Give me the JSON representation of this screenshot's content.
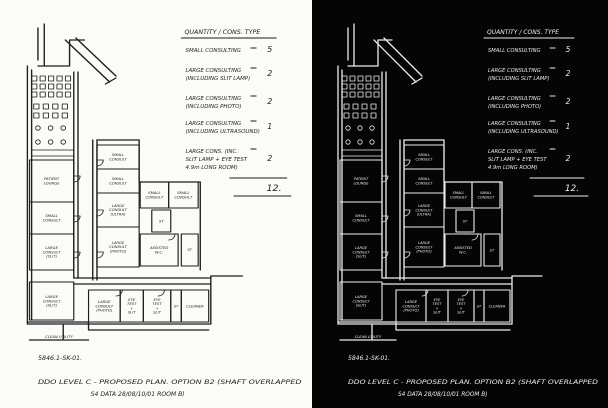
{
  "schedule": {
    "header": "QUANTITY / CONS. TYPE",
    "rows": [
      {
        "lines": [
          "SMALL CONSULTING"
        ],
        "qty": "5"
      },
      {
        "lines": [
          "LARGE CONSULTING",
          "(INCLUDING SLIT LAMP)"
        ],
        "qty": "2"
      },
      {
        "lines": [
          "LARGE CONSULTING",
          "(INCLUDING PHOTO)"
        ],
        "qty": "2"
      },
      {
        "lines": [
          "LARGE CONSULTING",
          "(INCLUDING ULTRASOUND)"
        ],
        "qty": "1"
      },
      {
        "lines": [
          "LARGE CONS. (INC.",
          "SLIT LAMP + EYE TEST",
          "4.9m LONG ROOM)"
        ],
        "qty": "2"
      }
    ],
    "total": "12."
  },
  "rooms": {
    "patient_lounge": [
      "PATIENT",
      "LOUNGE"
    ],
    "small_consult_1": [
      "SMALL",
      "CONSULT"
    ],
    "large_consult_slit_1": [
      "LARGE",
      "CONSULT",
      "(SLIT)"
    ],
    "large_consult_slit_2": [
      "LARGE",
      "CONSULT",
      "(SLIT)"
    ],
    "clean_utility": [
      "CLEAN UTILITY"
    ],
    "small_consult_2": [
      "SMALL",
      "CONSULT"
    ],
    "small_consult_3": [
      "SMALL",
      "CONSULT"
    ],
    "large_consult_ultra": [
      "LARGE",
      "CONSULT",
      "(ULTRA)"
    ],
    "large_consult_photo_1": [
      "LARGE",
      "CONSULT",
      "(PHOTO)"
    ],
    "small_consult_4": [
      "SMALL",
      "CONSULT"
    ],
    "small_consult_5": [
      "SMALL",
      "CONSULT"
    ],
    "accessible_wc": [
      "ASSISTED",
      "W.C."
    ],
    "store_1": [
      "ST"
    ],
    "store_2": [
      "ST"
    ],
    "large_consult_photo_2": [
      "LARGE",
      "CONSULT",
      "(PHOTO)"
    ],
    "eye_test_1": [
      "EYE",
      "TEST",
      "+",
      "SLIT"
    ],
    "eye_test_2": [
      "EYE",
      "TEST",
      "+",
      "SLIT"
    ],
    "store_3": [
      "ST"
    ],
    "cleaner": [
      "CLEANER"
    ]
  },
  "caption": {
    "line1": "5846.1-SK-01.",
    "line2": "DDO LEVEL C - PROPOSED PLAN. OPTION B2 (SHAFT OVERLAPPED",
    "line3": "S4 DATA 28/08/10/01 ROOM B)"
  }
}
